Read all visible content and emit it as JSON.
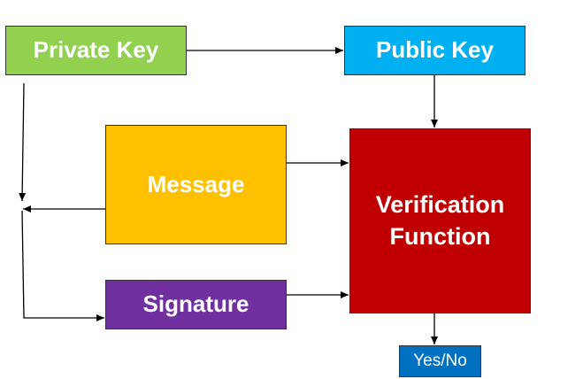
{
  "nodes": {
    "private_key": {
      "label": "Private Key",
      "color": "#92d050"
    },
    "public_key": {
      "label": "Public Key",
      "color": "#00b0f0"
    },
    "message": {
      "label": "Message",
      "color": "#ffc000"
    },
    "signature": {
      "label": "Signature",
      "color": "#7030a0"
    },
    "verification": {
      "label": "Verification Function",
      "color": "#c00000"
    },
    "result": {
      "label": "Yes/No",
      "color": "#0070c0"
    }
  },
  "edges": [
    {
      "from": "private_key",
      "to": "public_key"
    },
    {
      "from": "public_key",
      "to": "verification"
    },
    {
      "from": "message",
      "to": "verification"
    },
    {
      "from": "signature",
      "to": "verification"
    },
    {
      "from": "verification",
      "to": "result"
    },
    {
      "from": "private_key",
      "to": "signature"
    },
    {
      "from": "message",
      "to": "private_key_line"
    }
  ]
}
